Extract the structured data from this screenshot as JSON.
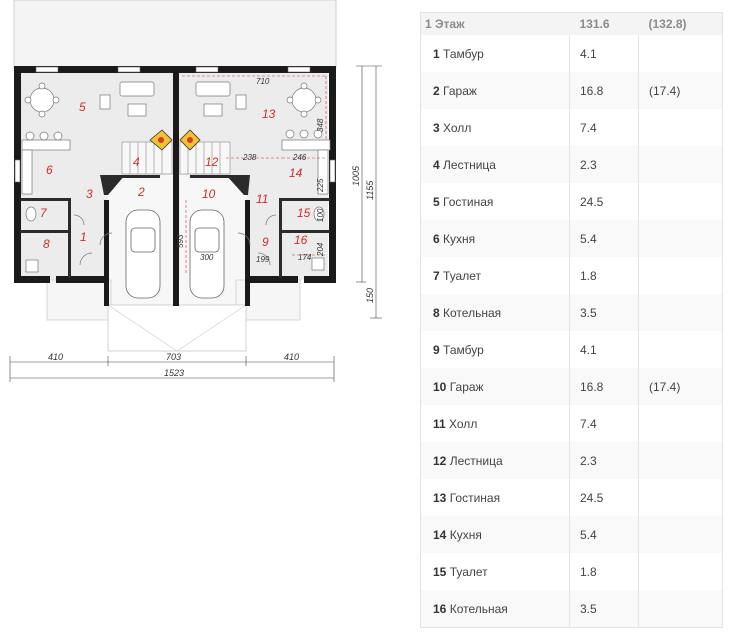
{
  "plan": {
    "room_numbers": [
      "1",
      "2",
      "3",
      "4",
      "5",
      "6",
      "7",
      "8",
      "9",
      "10",
      "11",
      "12",
      "13",
      "14",
      "15",
      "16"
    ],
    "dims": {
      "d710": "710",
      "d348": "348",
      "d238": "238",
      "d246": "246",
      "d225": "225",
      "d100": "100",
      "d204": "204",
      "d174": "174",
      "d199": "199",
      "d300": "300",
      "d593": "593",
      "d1005": "1005",
      "d1155": "1155",
      "d150": "150",
      "d410a": "410",
      "d703": "703",
      "d410b": "410",
      "d1523": "1523"
    }
  },
  "table": {
    "header": {
      "name": "1 Этаж",
      "area": "131.6",
      "alt": "(132.8)"
    },
    "rows": [
      {
        "num": "1",
        "name": "Тамбур",
        "area": "4.1",
        "alt": ""
      },
      {
        "num": "2",
        "name": "Гараж",
        "area": "16.8",
        "alt": "(17.4)"
      },
      {
        "num": "3",
        "name": "Холл",
        "area": "7.4",
        "alt": ""
      },
      {
        "num": "4",
        "name": "Лестница",
        "area": "2.3",
        "alt": ""
      },
      {
        "num": "5",
        "name": "Гостиная",
        "area": "24.5",
        "alt": ""
      },
      {
        "num": "6",
        "name": "Кухня",
        "area": "5.4",
        "alt": ""
      },
      {
        "num": "7",
        "name": "Туалет",
        "area": "1.8",
        "alt": ""
      },
      {
        "num": "8",
        "name": "Котельная",
        "area": "3.5",
        "alt": ""
      },
      {
        "num": "9",
        "name": "Тамбур",
        "area": "4.1",
        "alt": ""
      },
      {
        "num": "10",
        "name": "Гараж",
        "area": "16.8",
        "alt": "(17.4)"
      },
      {
        "num": "11",
        "name": "Холл",
        "area": "7.4",
        "alt": ""
      },
      {
        "num": "12",
        "name": "Лестница",
        "area": "2.3",
        "alt": ""
      },
      {
        "num": "13",
        "name": "Гостиная",
        "area": "24.5",
        "alt": ""
      },
      {
        "num": "14",
        "name": "Кухня",
        "area": "5.4",
        "alt": ""
      },
      {
        "num": "15",
        "name": "Туалет",
        "area": "1.8",
        "alt": ""
      },
      {
        "num": "16",
        "name": "Котельная",
        "area": "3.5",
        "alt": ""
      }
    ]
  }
}
